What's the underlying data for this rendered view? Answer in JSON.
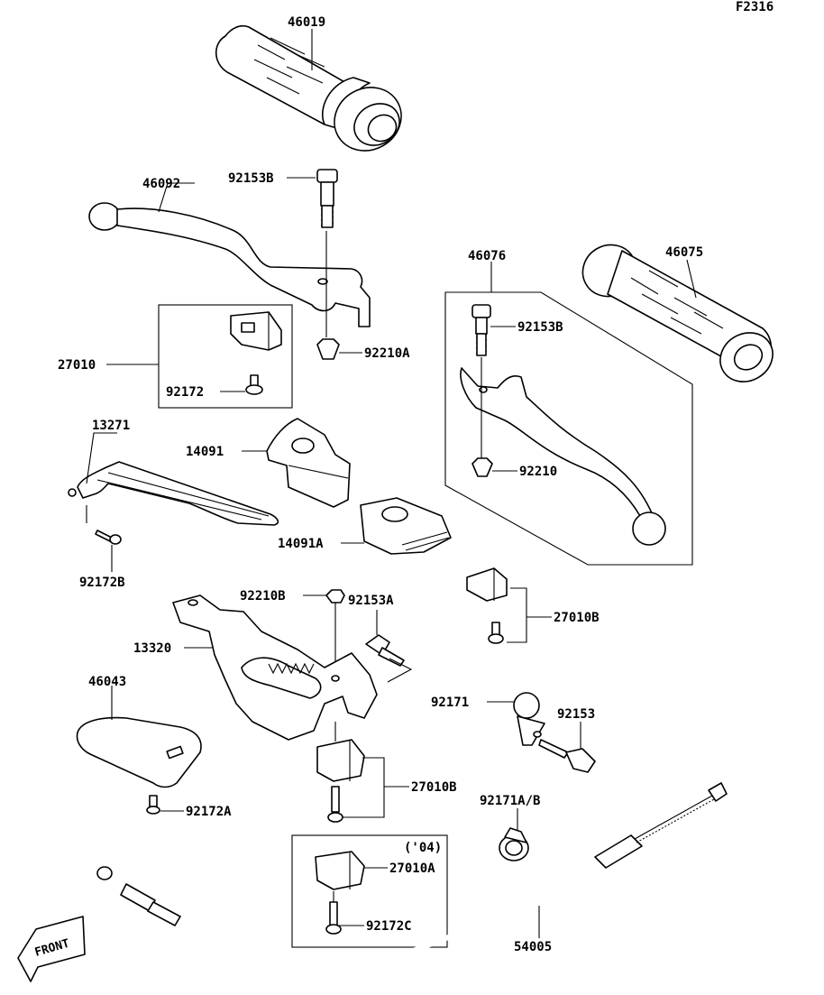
{
  "diagram_code": "F2316",
  "front_label": "FRONT",
  "labels": {
    "l46019": "46019",
    "l46092": "46092",
    "l92153B_top": "92153B",
    "l27010": "27010",
    "l92172": "92172",
    "l92210A": "92210A",
    "l46076": "46076",
    "l46075": "46075",
    "l92153B_right": "92153B",
    "l92210": "92210",
    "l13271": "13271",
    "l14091": "14091",
    "l14091A": "14091A",
    "l92172B": "92172B",
    "l92210B": "92210B",
    "l92153A": "92153A",
    "l13320": "13320",
    "l27010B_right": "27010B",
    "l46043": "46043",
    "l92171": "92171",
    "l92153": "92153",
    "l27010B_mid": "27010B",
    "l92172A": "92172A",
    "l92171AB": "92171A/B",
    "l04": "('04)",
    "l27010A": "27010A",
    "l92172C": "92172C",
    "l54005": "54005"
  }
}
